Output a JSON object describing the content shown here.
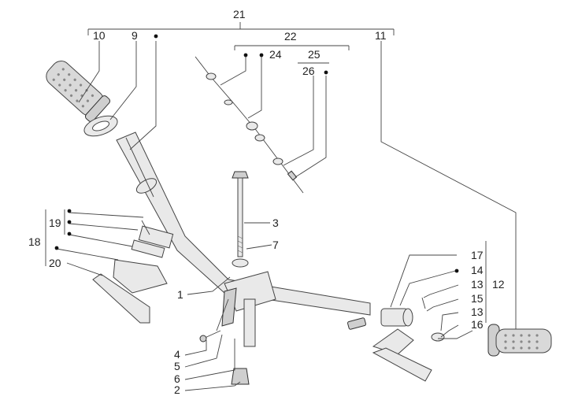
{
  "callouts": {
    "c1": "1",
    "c2": "2",
    "c3": "3",
    "c4": "4",
    "c5": "5",
    "c6": "6",
    "c7": "7",
    "c9": "9",
    "c10": "10",
    "c11": "11",
    "c12": "12",
    "c13a": "13",
    "c13b": "13",
    "c14": "14",
    "c15": "15",
    "c16": "16",
    "c17": "17",
    "c18": "18",
    "c19": "19",
    "c20": "20",
    "c21": "21",
    "c22": "22",
    "c24": "24",
    "c25": "25",
    "c26": "26"
  }
}
